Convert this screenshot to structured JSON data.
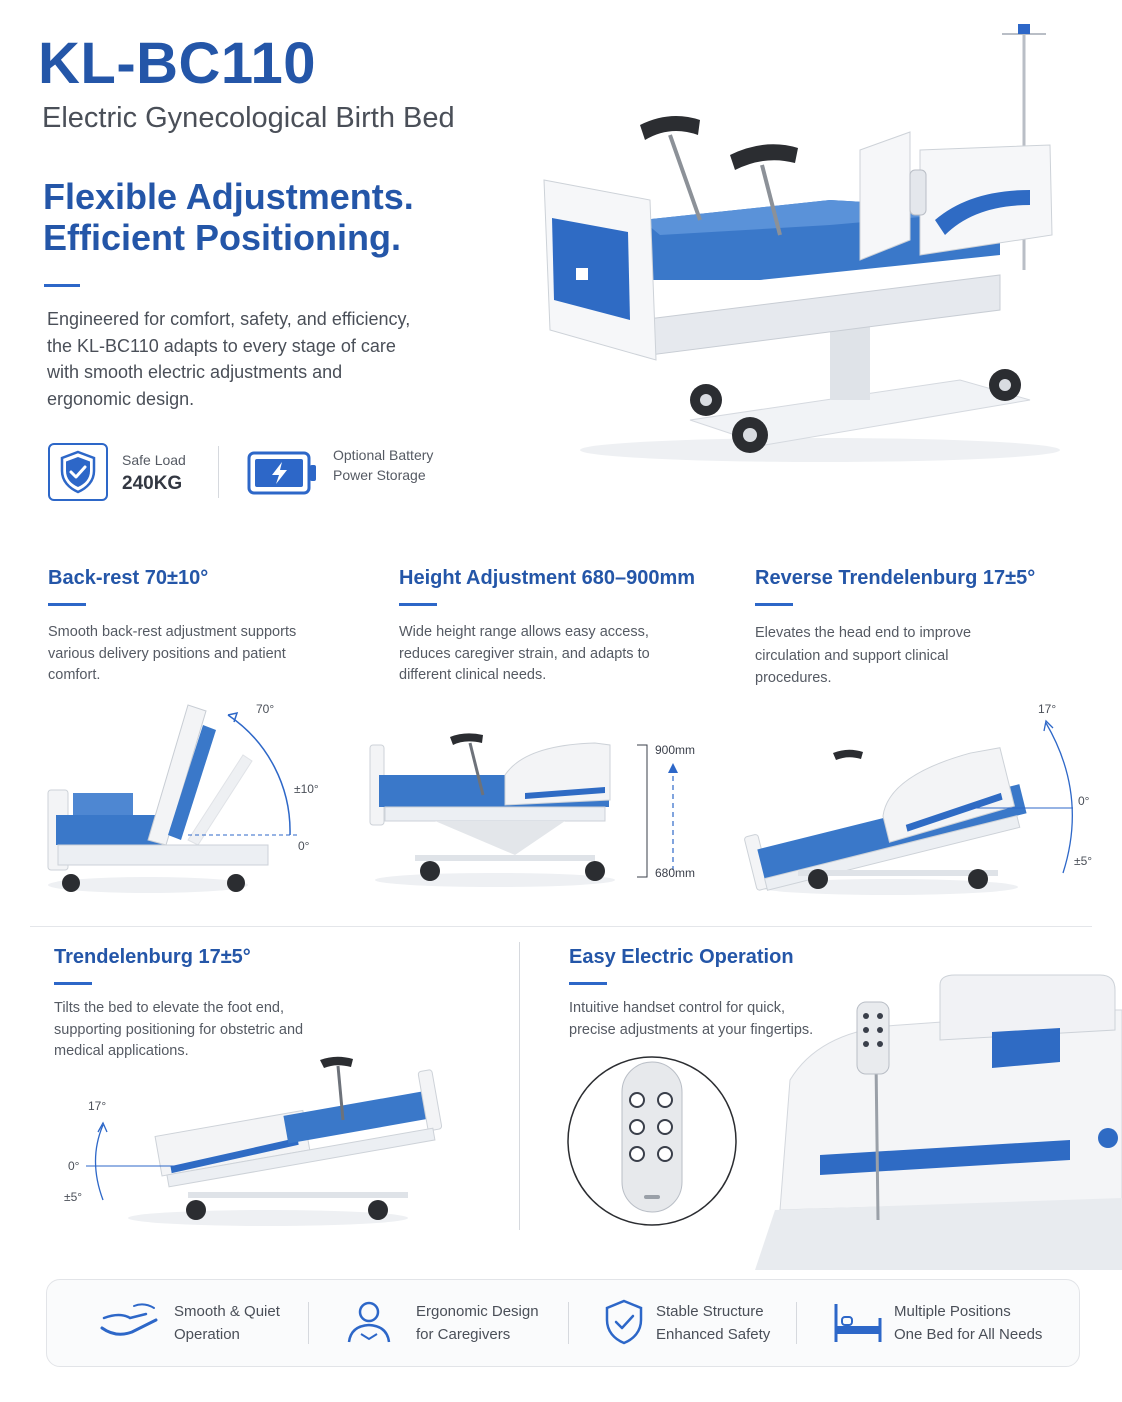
{
  "header": {
    "model": "KL-BC110",
    "subtitle": "Electric Gynecological Birth Bed",
    "headline_line1": "Flexible Adjustments.",
    "headline_line2": "Efficient Positioning.",
    "intro": "Engineered for comfort, safety, and efficiency, the KL-BC110 adapts to every stage of care with smooth electric adjustments and ergonomic design."
  },
  "badges": [
    {
      "icon": "shield-check-icon",
      "label": "Safe Load",
      "value": "240KG"
    },
    {
      "icon": "battery-bolt-icon",
      "label": "Optional Battery Power Storage"
    }
  ],
  "features": [
    {
      "title": "Back-rest 70±10°",
      "desc": "Smooth back-rest adjustment supports various delivery positions and patient comfort.",
      "labels": [
        "70°",
        "±10°",
        "0°"
      ]
    },
    {
      "title": "Height Adjustment 680–900mm",
      "desc": "Wide height range allows easy access, reduces caregiver strain, and adapts to different clinical needs.",
      "labels": [
        "900mm",
        "680mm"
      ]
    },
    {
      "title": "Reverse Trendelenburg 17±5°",
      "desc": "Elevates the head end to improve circulation and support clinical procedures.",
      "labels": [
        "17°",
        "0°",
        "±5°"
      ]
    },
    {
      "title": "Trendelenburg 17±5°",
      "desc": "Tilts the bed to elevate the foot end, supporting positioning for obstetric and medical applications.",
      "labels": [
        "17°",
        "0°",
        "±5°"
      ]
    },
    {
      "title": "Easy Electric Operation",
      "desc": "Intuitive handset control for quick, precise adjustments at your fingertips."
    }
  ],
  "benefits": [
    {
      "icon": "hand-wave-icon",
      "line1": "Smooth & Quiet",
      "line2": "Operation"
    },
    {
      "icon": "caregiver-icon",
      "line1": "Ergonomic Design",
      "line2": "for Caregivers"
    },
    {
      "icon": "shield-check-icon",
      "line1": "Stable Structure",
      "line2": "Enhanced Safety"
    },
    {
      "icon": "bed-icon",
      "line1": "Multiple Positions",
      "line2": "One Bed for All Needs"
    }
  ],
  "colors": {
    "brand_blue": "#2456a8",
    "accent_blue": "#2d67c8",
    "mattress_blue": "#3a78c9"
  }
}
